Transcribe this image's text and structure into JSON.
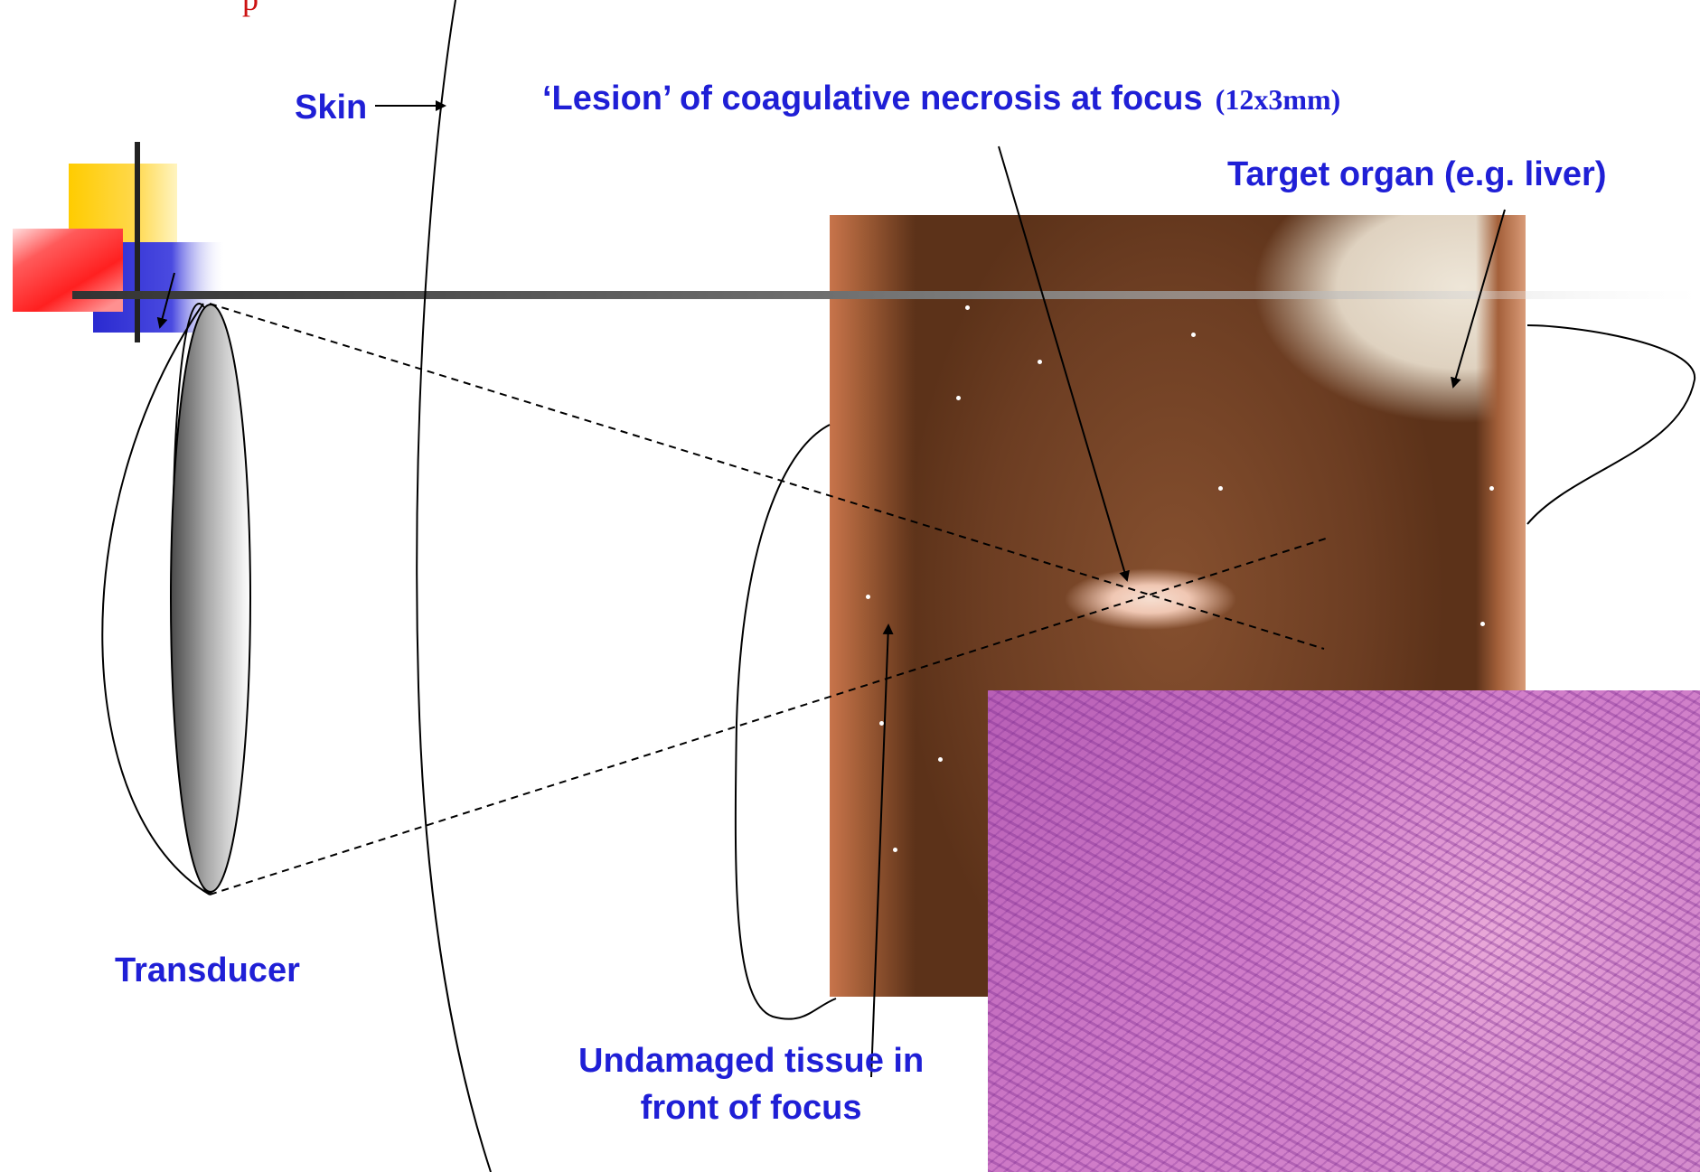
{
  "header": {
    "text": "p"
  },
  "labels": {
    "skin": "Skin",
    "lesion": "‘Lesion’ of coagulative necrosis at focus",
    "lesion_size": "(12x3mm)",
    "target_organ": "Target organ (e.g. liver)",
    "transducer": "Transducer",
    "undamaged_line1": "Undamaged tissue in",
    "undamaged_line2": "front of focus"
  },
  "colors": {
    "label_blue": "#1f1fd6",
    "header_red": "#cc1111",
    "logo_yellow": "#ffcc00",
    "logo_red": "#ff2020",
    "logo_blue": "#2a2ad0"
  }
}
